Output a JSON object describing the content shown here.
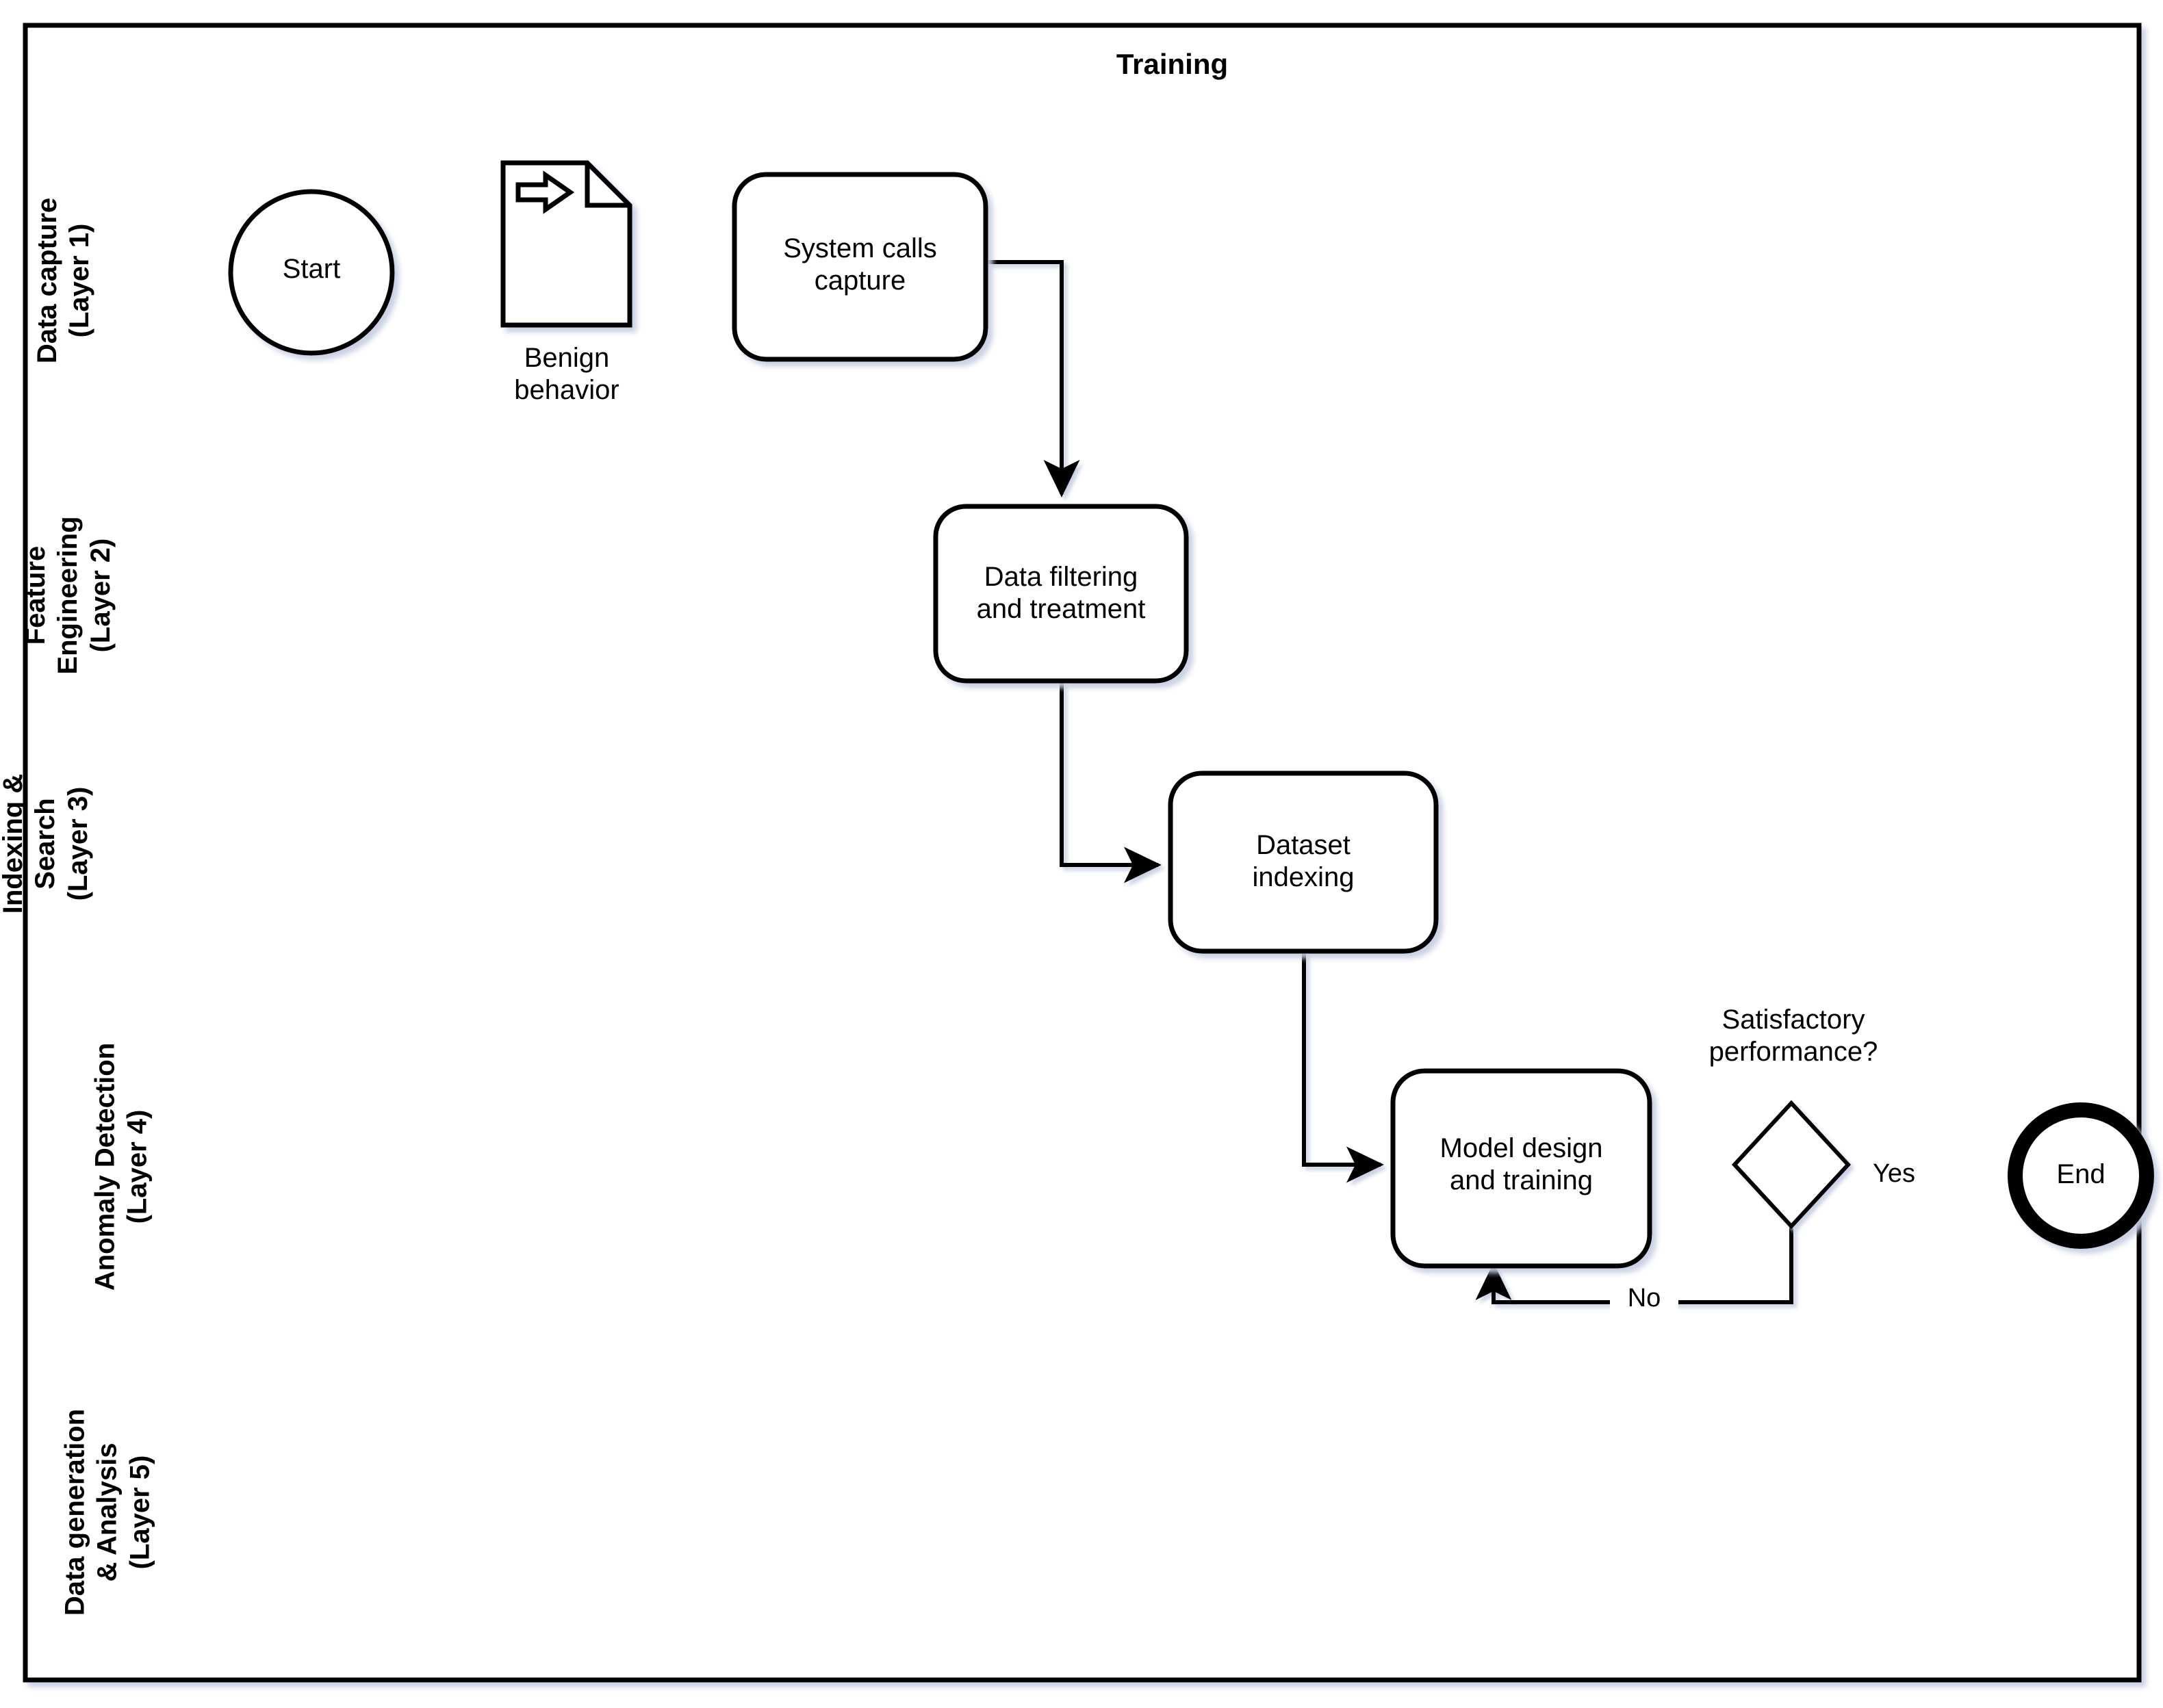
{
  "diagram": {
    "title": "Training",
    "type": "flowchart-swimlane",
    "lanes": [
      {
        "id": "lane1",
        "label": "Data capture\n(Layer 1)"
      },
      {
        "id": "lane2",
        "label": "Feature\nEngineering\n(Layer 2)"
      },
      {
        "id": "lane3",
        "label": "Indexing &\nSearch\n(Layer 3)"
      },
      {
        "id": "lane4",
        "label": "Anomaly Detection\n(Layer 4)"
      },
      {
        "id": "lane5",
        "label": "Data generation\n& Analysis\n(Layer 5)"
      }
    ],
    "nodes": [
      {
        "id": "start",
        "label": "Start",
        "shape": "circle",
        "lane": "lane1"
      },
      {
        "id": "benign",
        "label": "Benign\nbehavior",
        "shape": "document-icon",
        "lane": "lane1"
      },
      {
        "id": "syscalls",
        "label": "System calls\ncapture",
        "shape": "rounded-rect",
        "lane": "lane1"
      },
      {
        "id": "filter",
        "label": "Data filtering\nand treatment",
        "shape": "rounded-rect",
        "lane": "lane2"
      },
      {
        "id": "indexing",
        "label": "Dataset\nindexing",
        "shape": "rounded-rect",
        "lane": "lane3"
      },
      {
        "id": "model",
        "label": "Model design\nand training",
        "shape": "rounded-rect",
        "lane": "lane4"
      },
      {
        "id": "decision",
        "label": "Satisfactory\nperformance?",
        "shape": "diamond",
        "lane": "lane4"
      },
      {
        "id": "end",
        "label": "End",
        "shape": "circle-thick",
        "lane": "lane4"
      }
    ],
    "edges": [
      {
        "from": "start",
        "to": "benign",
        "label": ""
      },
      {
        "from": "benign",
        "to": "syscalls",
        "label": ""
      },
      {
        "from": "syscalls",
        "to": "filter",
        "label": ""
      },
      {
        "from": "filter",
        "to": "indexing",
        "label": ""
      },
      {
        "from": "indexing",
        "to": "model",
        "label": ""
      },
      {
        "from": "model",
        "to": "decision",
        "label": ""
      },
      {
        "from": "decision",
        "to": "end",
        "label": "Yes"
      },
      {
        "from": "decision",
        "to": "model",
        "label": "No"
      }
    ],
    "colors": {
      "stroke": "#000000",
      "fill": "#ffffff",
      "text": "#000000",
      "shadow": "#d0d4e4"
    }
  }
}
